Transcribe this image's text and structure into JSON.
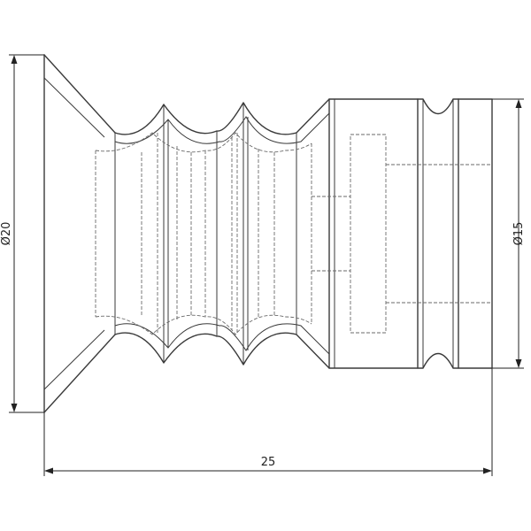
{
  "drawing": {
    "dimensions": {
      "overall_length": "25",
      "left_diameter": "Ø20",
      "right_diameter": "Ø15"
    }
  }
}
